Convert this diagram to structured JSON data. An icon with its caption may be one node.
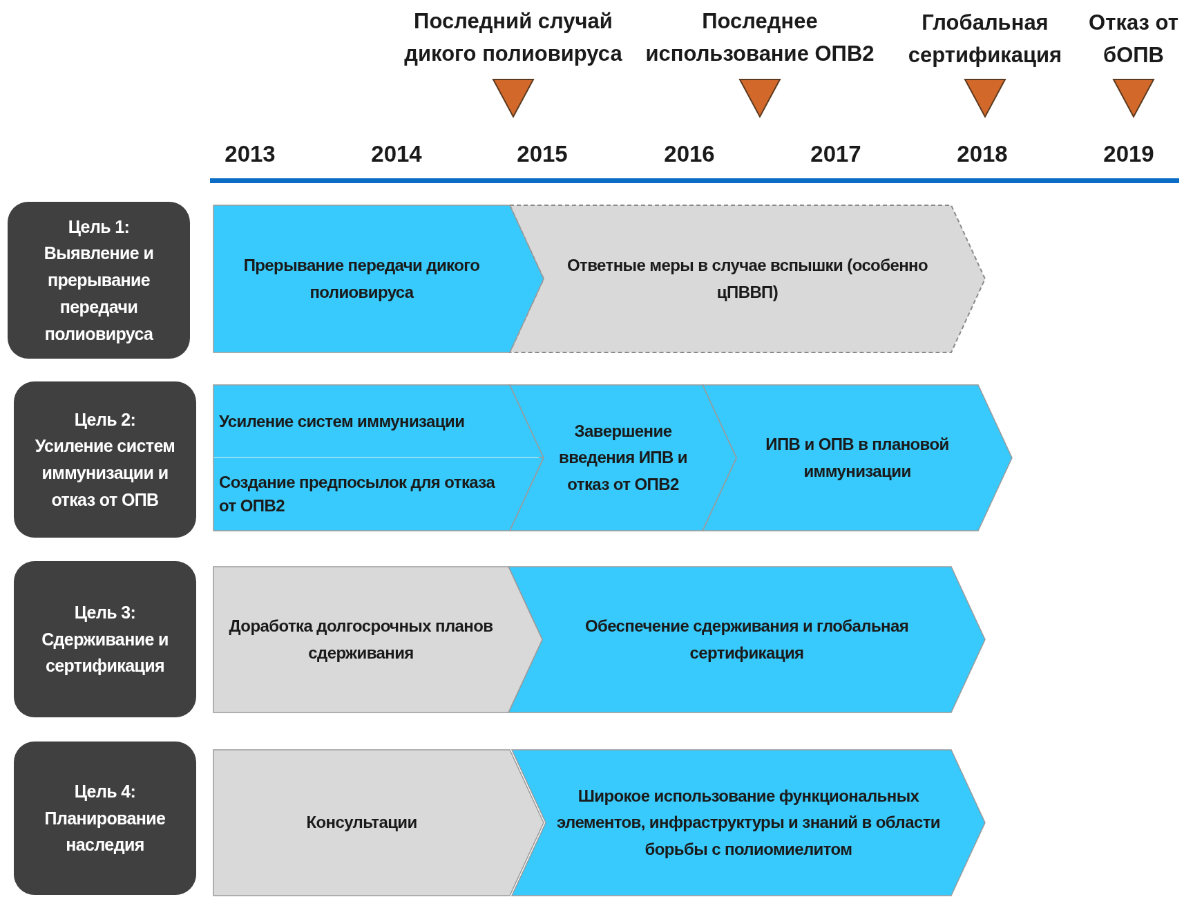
{
  "diagram": {
    "nodes": [
      {
        "text": [
          "Цель 1:",
          "Выявление и прерывание передачи полиовируса"
        ]
      },
      {
        "text": [
          "Прерывание передачи дикого полиовируса"
        ]
      },
      {
        "text": [
          "Ответные меры в случае вспышки (особенно цПВВП)"
        ]
      },
      {
        "text": [
          "Цель 2:",
          "Усиление систем иммунизации и отказ от ОПВ"
        ]
      },
      {
        "text": [
          "Усиление систем иммунизации"
        ]
      },
      {
        "text": [
          "Создание предпосылок для отказа от ОПВ2"
        ]
      },
      {
        "text": [
          "Завершение введения ИПВ и отказ от ОПВ2"
        ]
      },
      {
        "text": [
          "ИПВ и ОПВ в плановой иммунизации"
        ]
      },
      {
        "text": [
          "Цель 3:",
          "Сдерживание и сертификация"
        ]
      },
      {
        "text": [
          "Доработка долгосрочных планов сдерживания"
        ]
      },
      {
        "text": [
          "Обеспечение сдерживания и глобальная сертификация"
        ]
      },
      {
        "text": [
          "Цель 4:",
          "Планирование наследия"
        ]
      },
      {
        "text": [
          "Консультации"
        ]
      },
      {
        "text": [
          "Широкое использование функциональных элементов, инфраструктуры и знаний в области борьбы с полиомиелитом"
        ]
      }
    ],
    "labels": [
      "Последний случай дикого полиовируса",
      "Последнее использование ОПВ2",
      "Глобальная сертификация",
      "Отказ от бОПВ",
      "2013",
      "2014",
      "2015",
      "2016",
      "2017",
      "2018",
      "2019"
    ]
  }
}
